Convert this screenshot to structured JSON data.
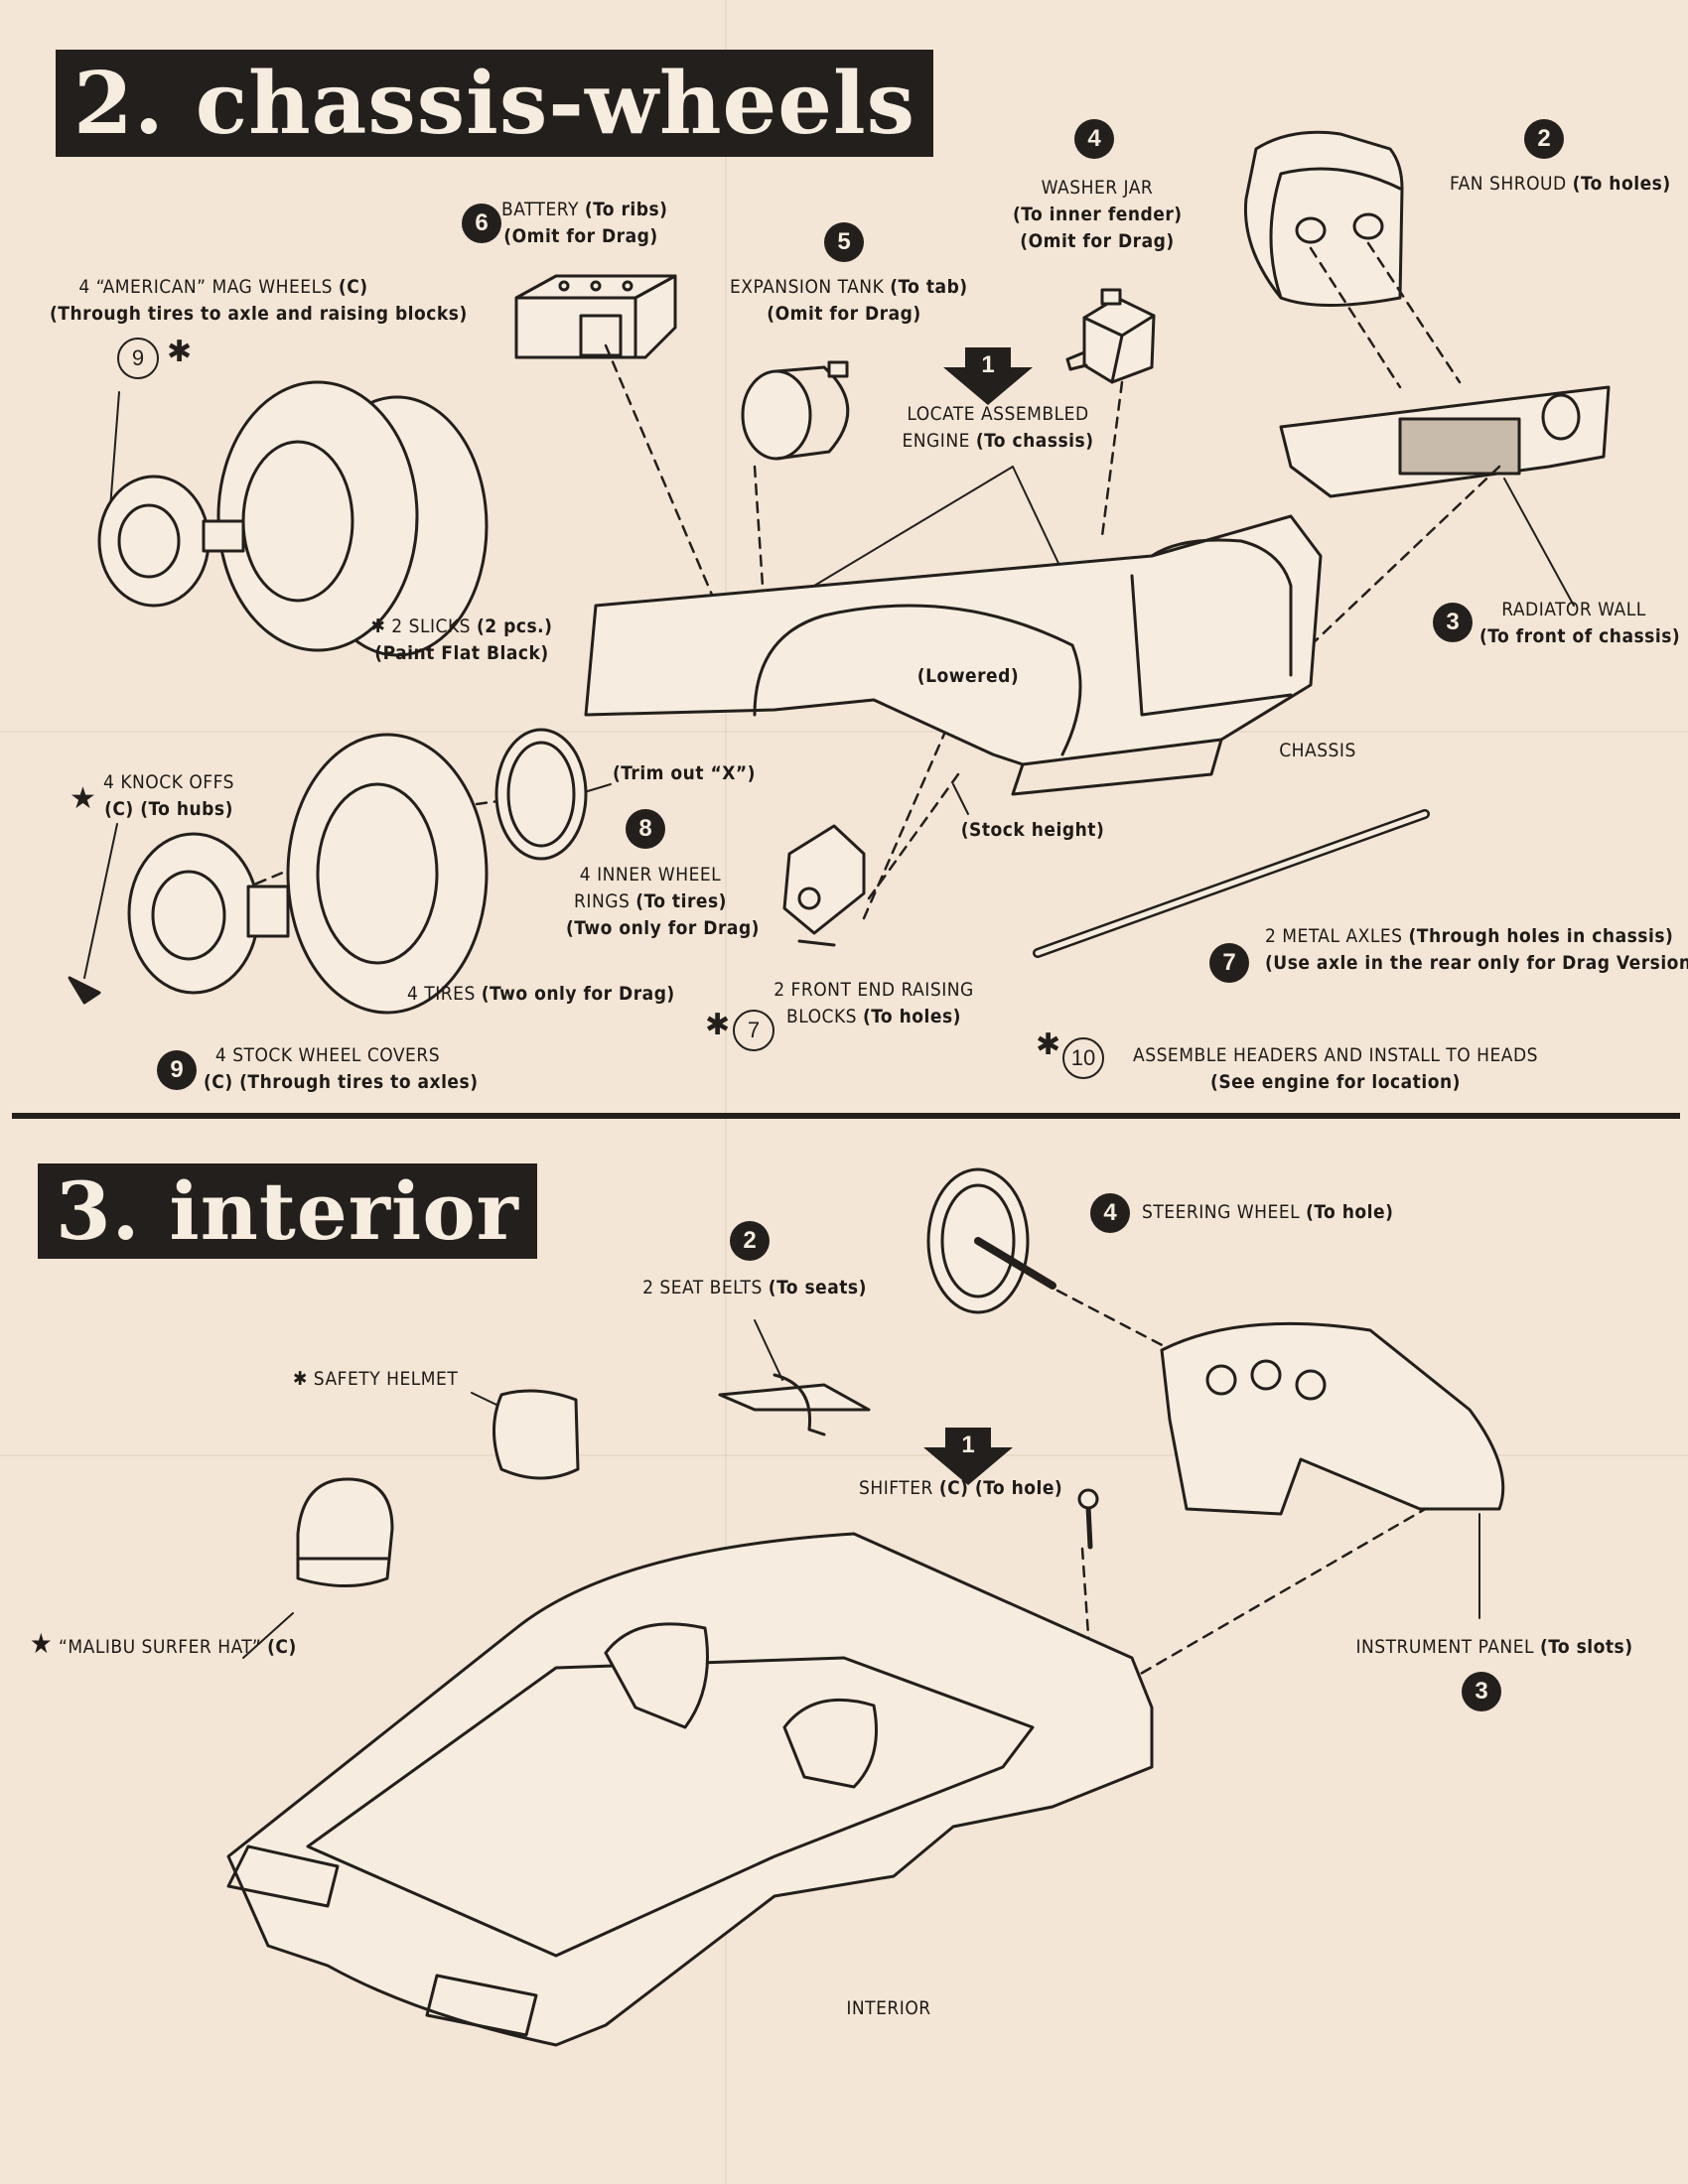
{
  "section2": {
    "title": "2. chassis-wheels",
    "battery": {
      "num": "6",
      "label": "BATTERY",
      "note": "(To ribs)",
      "sub": "(Omit for Drag)"
    },
    "expansion_tank": {
      "num": "5",
      "label": "EXPANSION TANK",
      "note": "(To tab)",
      "sub": "(Omit for Drag)"
    },
    "washer_jar": {
      "num": "4",
      "label": "WASHER JAR",
      "sub1": "(To inner fender)",
      "sub2": "(Omit for Drag)"
    },
    "fan_shroud": {
      "num": "2",
      "label": "FAN SHROUD",
      "note": "(To holes)"
    },
    "mag_wheels": {
      "label": "4 “AMERICAN” MAG WHEELS",
      "note": "(C)",
      "sub": "(Through tires to axle and raising blocks)",
      "num": "9",
      "mark": "✱"
    },
    "locate_engine": {
      "num": "1",
      "label1": "LOCATE ASSEMBLED",
      "label2": "ENGINE",
      "note": "(To chassis)"
    },
    "radiator_wall": {
      "num": "3",
      "label": "RADIATOR WALL",
      "sub": "(To front of chassis)"
    },
    "slicks": {
      "mark": "✱",
      "label": "2 SLICKS",
      "note": "(2 pcs.)",
      "sub": "(Paint Flat Black)"
    },
    "lowered": "(Lowered)",
    "stock_height": "(Stock height)",
    "chassis": "CHASSIS",
    "knock_offs": {
      "mark": "★",
      "label": "4 KNOCK OFFS",
      "note": "(C) (To hubs)"
    },
    "trim_out": "(Trim out “X”)",
    "inner_rings": {
      "num": "8",
      "label1": "4 INNER WHEEL",
      "label2": "RINGS",
      "note": "(To tires)",
      "sub": "(Two only for Drag)"
    },
    "metal_axles": {
      "num": "7",
      "label": "2 METAL AXLES",
      "note": "(Through holes in chassis)",
      "sub": "(Use axle in the rear only for Drag Version)"
    },
    "tires": {
      "label": "4 TIRES",
      "note": "(Two only for Drag)"
    },
    "raising_blocks": {
      "mark": "✱",
      "num": "7",
      "label1": "2 FRONT END RAISING",
      "label2": "BLOCKS",
      "note": "(To holes)"
    },
    "wheel_covers": {
      "num": "9",
      "label": "4 STOCK WHEEL COVERS",
      "sub": "(C) (Through tires to axles)"
    },
    "headers": {
      "mark": "✱",
      "num": "10",
      "label": "ASSEMBLE HEADERS AND INSTALL TO HEADS",
      "sub": "(See engine for location)"
    }
  },
  "section3": {
    "title": "3. interior",
    "seat_belts": {
      "num": "2",
      "label": "2 SEAT BELTS",
      "note": "(To seats)"
    },
    "steering_wheel": {
      "num": "4",
      "label": "STEERING WHEEL",
      "note": "(To hole)"
    },
    "safety_helmet": {
      "mark": "✱",
      "label": "SAFETY HELMET"
    },
    "shifter": {
      "num": "1",
      "label": "SHIFTER",
      "note": "(C) (To hole)"
    },
    "surfer_hat": {
      "mark": "★",
      "label": "“MALIBU SURFER HAT”",
      "note": "(C)"
    },
    "instrument_panel": {
      "num": "3",
      "label": "INSTRUMENT PANEL",
      "note": "(To slots)"
    },
    "interior": "INTERIOR"
  }
}
